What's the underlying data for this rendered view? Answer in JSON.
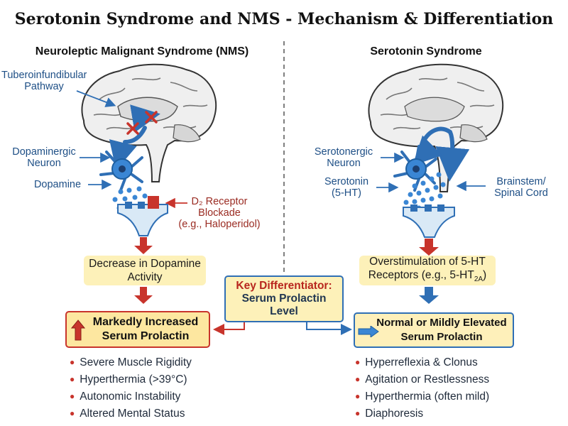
{
  "title": "Serotonin Syndrome and NMS - Mechanism & Differentiation",
  "nms": {
    "heading": "Neuroleptic Malignant Syndrome (NMS)",
    "labels": {
      "pathway": "Tuberoinfundibular Pathway",
      "neuron": "Dopaminergic Neuron",
      "transmitter": "Dopamine",
      "receptor_line1": "D₂ Receptor",
      "receptor_line2": "Blockade",
      "receptor_line3": "(e.g., Haloperidol)"
    },
    "step1": "Decrease in Dopamine Activity",
    "result_line1": "Markedly Increased",
    "result_line2": "Serum Prolactin",
    "symptoms": [
      "Severe Muscle Rigidity",
      "Hyperthermia (>39°C)",
      "Autonomic Instability",
      "Altered Mental Status"
    ]
  },
  "ss": {
    "heading": "Serotonin Syndrome",
    "labels": {
      "neuron": "Serotonergic Neuron",
      "transmitter_line1": "Serotonin",
      "transmitter_line2": "(5-HT)",
      "brainstem_line1": "Brainstem/",
      "brainstem_line2": "Spinal Cord"
    },
    "step1_line1": "Overstimulation of 5-HT",
    "step1_line2": "Receptors (e.g., 5-HT",
    "step1_sub": "2A",
    "step1_close": ")",
    "result_line1": "Normal or Mildly Elevated",
    "result_line2": "Serum Prolactin",
    "symptoms": [
      "Hyperreflexia & Clonus",
      "Agitation or Restlessness",
      "Hyperthermia (often mild)",
      "Diaphoresis"
    ]
  },
  "key": {
    "line1": "Key Differentiator:",
    "line2": "Serum Prolactin",
    "line3": "Level"
  },
  "colors": {
    "red": "#c8342c",
    "blue": "#2f6fb5",
    "yellow": "#fdf1b9",
    "label_blue": "#1e4f86"
  },
  "icons": [
    "brain-icon",
    "neuron-icon",
    "receptor-icon",
    "block-x-icon",
    "arrow-up-icon",
    "arrow-right-icon"
  ]
}
